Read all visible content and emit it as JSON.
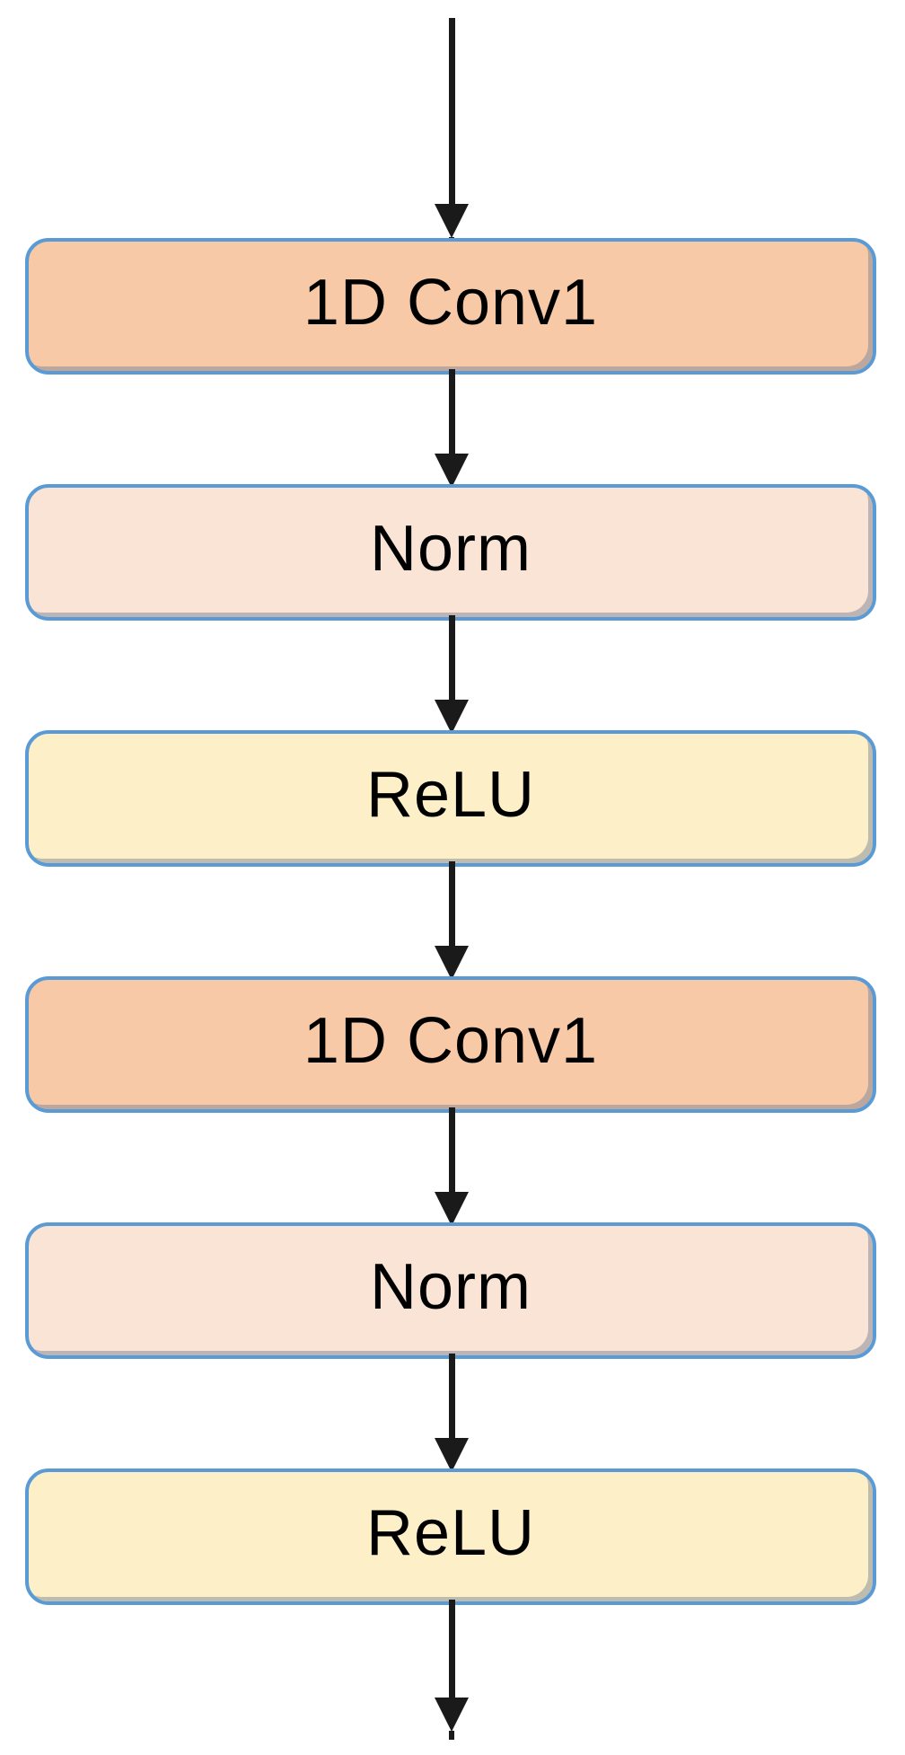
{
  "diagram": {
    "type": "flowchart",
    "direction": "top-to-bottom",
    "nodes": [
      {
        "label": "1D Conv1",
        "type": "conv"
      },
      {
        "label": "Norm",
        "type": "norm"
      },
      {
        "label": "ReLU",
        "type": "relu"
      },
      {
        "label": "1D Conv1",
        "type": "conv"
      },
      {
        "label": "Norm",
        "type": "norm"
      },
      {
        "label": "ReLU",
        "type": "relu"
      }
    ],
    "arrows": {
      "count": 7,
      "direction": "down",
      "sequence": [
        "input -> 1D Conv1",
        "1D Conv1 -> Norm",
        "Norm -> ReLU",
        "ReLU -> 1D Conv1",
        "1D Conv1 -> Norm",
        "Norm -> ReLU",
        "ReLU -> output"
      ]
    },
    "colors": {
      "conv_fill": "#F7C9A6",
      "norm_fill": "#FAE4D5",
      "relu_fill": "#FDF0C9",
      "border": "#5B9BD5",
      "arrow": "#1A1A1A",
      "text": "#000000",
      "background": "#FFFFFF"
    }
  }
}
